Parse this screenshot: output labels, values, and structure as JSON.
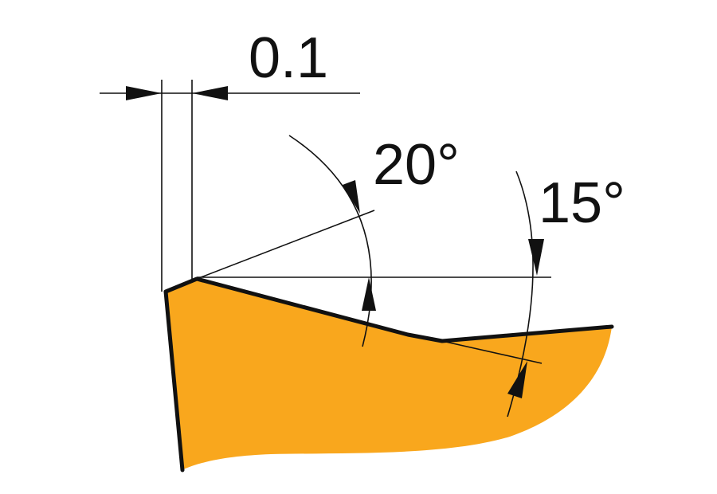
{
  "dimensions": {
    "chamfer_width": "0.1",
    "chamfer_angle": "20°",
    "rake_angle": "15°"
  },
  "colors": {
    "insert_fill": "#F9A71D",
    "line": "#111111",
    "background": "#FFFFFF"
  }
}
